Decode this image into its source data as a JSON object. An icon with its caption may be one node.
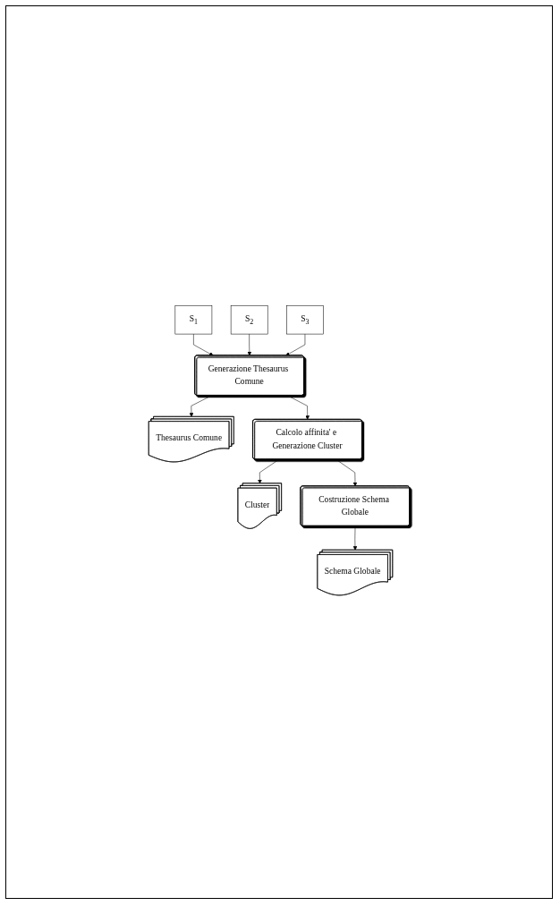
{
  "diagram": {
    "nodes": [
      {
        "text": [
          "S$_{1}$"
        ]
      },
      {
        "text": [
          "S$_{2}$"
        ]
      },
      {
        "text": [
          "S$_{3}$"
        ]
      },
      {
        "text": [
          "Generazione Thesaurus Comune"
        ]
      },
      {
        "text": [
          "Thesaurus Comune"
        ]
      },
      {
        "text": [
          "Calcolo affinita' e Generazione Cluster"
        ]
      },
      {
        "text": [
          "Cluster"
        ]
      },
      {
        "text": [
          "Costruzione Schema Globale"
        ]
      },
      {
        "text": [
          "Schema Globale"
        ]
      }
    ],
    "edges": [
      {
        "from": 0,
        "to": 3,
        "arrow": "to"
      },
      {
        "from": 1,
        "to": 3,
        "arrow": "to"
      },
      {
        "from": 2,
        "to": 3,
        "arrow": "to"
      },
      {
        "from": 3,
        "to": 4,
        "arrow": "to"
      },
      {
        "from": 3,
        "to": 5,
        "arrow": "to"
      },
      {
        "from": 5,
        "to": 6,
        "arrow": "to"
      },
      {
        "from": 5,
        "to": 7,
        "arrow": "to"
      },
      {
        "from": 7,
        "to": 8,
        "arrow": "to"
      }
    ]
  }
}
